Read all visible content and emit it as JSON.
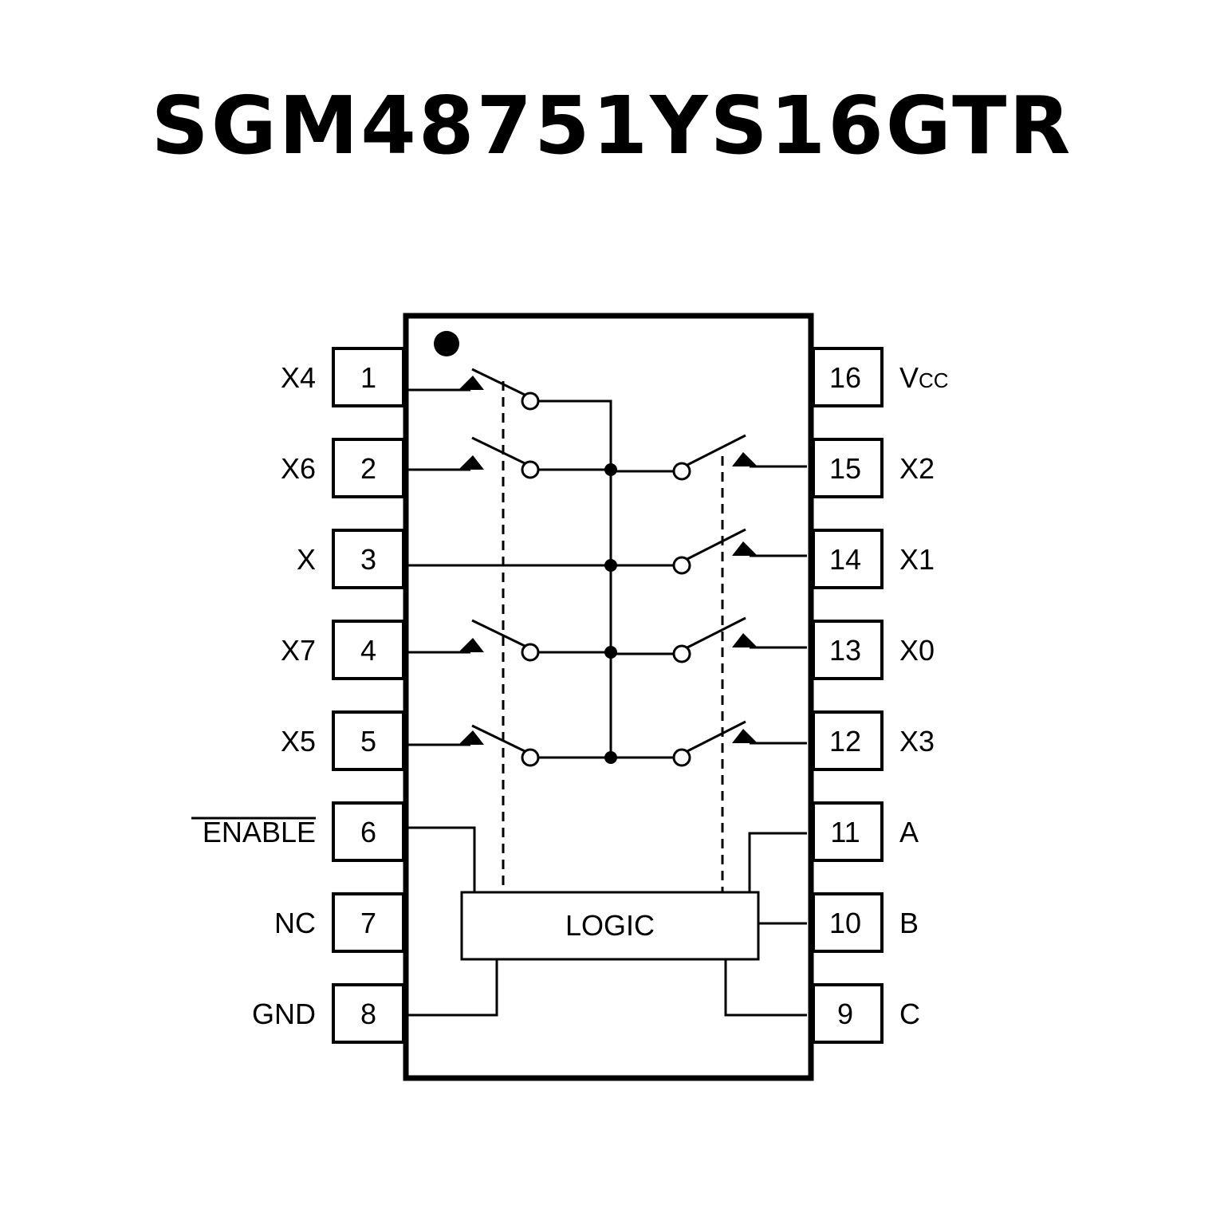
{
  "title": "SGM48751YS16GTR",
  "logic_label": "LOGIC",
  "left_pins": [
    {
      "num": "1",
      "name": "X4"
    },
    {
      "num": "2",
      "name": "X6"
    },
    {
      "num": "3",
      "name": "X"
    },
    {
      "num": "4",
      "name": "X7"
    },
    {
      "num": "5",
      "name": "X5"
    },
    {
      "num": "6",
      "name": "ENABLE",
      "overline": true
    },
    {
      "num": "7",
      "name": "NC"
    },
    {
      "num": "8",
      "name": "GND"
    }
  ],
  "right_pins": [
    {
      "num": "16",
      "name": "V",
      "sub": "CC"
    },
    {
      "num": "15",
      "name": "X2"
    },
    {
      "num": "14",
      "name": "X1"
    },
    {
      "num": "13",
      "name": "X0"
    },
    {
      "num": "12",
      "name": "X3"
    },
    {
      "num": "11",
      "name": "A"
    },
    {
      "num": "10",
      "name": "B"
    },
    {
      "num": "9",
      "name": "C"
    }
  ]
}
